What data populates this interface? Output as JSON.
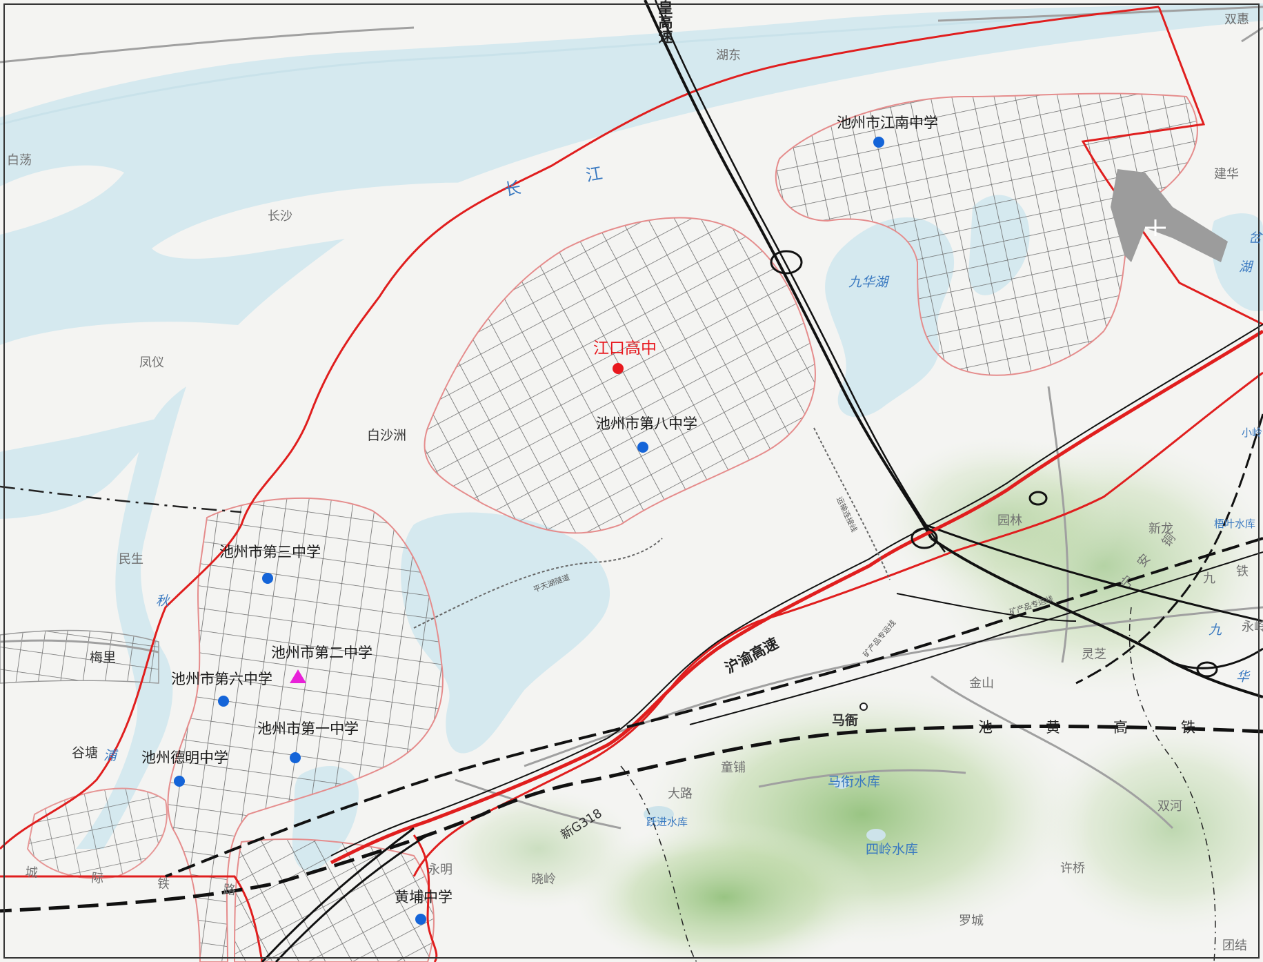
{
  "map": {
    "colors": {
      "water": "#d5e9ef",
      "river_ring": "#c9e2ea",
      "land": "#f4f4f2",
      "hills": "#bcd8a4",
      "boundary": "#e01e1e",
      "urban_red": "#e58c8c",
      "road_gray": "#6b6b6b",
      "school_blue": "#1464d8",
      "school_red": "#e8181e",
      "school_pink": "#e820d8",
      "airport": "#9c9c9c"
    },
    "rivers": {
      "yangtze": "长　江",
      "jiuhua_lake": "九华湖",
      "qiupu_1": "秋",
      "qiupu_2": "浦",
      "jiuhua_river_1": "九",
      "jiuhua_river_2": "华",
      "pen_1": "岔",
      "pen_2": "湖",
      "reservoir_wuye": "梧叶水库",
      "reservoir_xiaoling": "小岭",
      "reservoir_maheng": "马衔水库",
      "reservoir_siling": "四岭水库",
      "reservoir_yuejin": "跃进水库"
    },
    "places": {
      "shuanghui": "双惠",
      "hudong": "湖东",
      "baidang": "白荡",
      "changsha": "长沙",
      "fengyi": "凤仪",
      "baishazhou": "白沙洲",
      "jianhua": "建华",
      "minsheng": "民生",
      "meili": "梅里",
      "gutang": "谷塘",
      "yuanlin": "园林",
      "xinlong": "新龙",
      "yongling": "永岭",
      "lingzhi": "灵芝",
      "jinshan": "金山",
      "maheng": "马衙",
      "tongpu": "童铺",
      "dalu": "大路",
      "yongming": "永明",
      "xiaoling": "晓岭",
      "shuanghe": "双河",
      "xuqiao": "许桥",
      "luocheng": "罗城",
      "tuanjie": "团结"
    },
    "schools": {
      "jiangnan": "池州市江南中学",
      "jiangkou": "江口高中",
      "eighth": "池州市第八中学",
      "third": "池州市第三中学",
      "second": "池州市第二中学",
      "sixth": "池州市第六中学",
      "first": "池州市第一中学",
      "deming": "池州德明中学",
      "huangpu": "黄埔中学"
    },
    "roads": {
      "huyu": "沪渝高速",
      "xin_g318": "新G318",
      "chihuang": "池　黄　高　铁",
      "ningan_1": "宁",
      "ningan_2": "安",
      "tongjiu_1": "铜",
      "tongjiu_2": "九",
      "tongjiu_3": "铁",
      "jinghuang": "皇高速",
      "pingtian_tunnel": "平天湖隧道",
      "ore_line_1": "矿产品专运线",
      "ore_line_2": "矿产品专运线",
      "connect_line": "运输连接线",
      "bottom_rail": "城　际　铁　路"
    }
  }
}
